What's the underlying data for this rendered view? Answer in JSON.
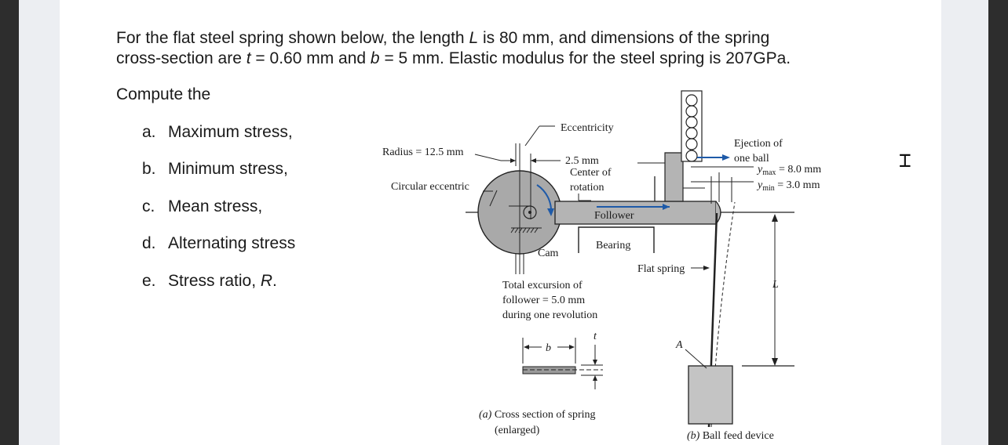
{
  "problem": {
    "line1_a": "For the flat steel spring shown below, the length ",
    "line1_L": "L",
    "line1_b": " is 80 mm, and dimensions of the spring",
    "line2_a": "cross-section are ",
    "line2_t": "t",
    "line2_b": " = 0.60 mm and ",
    "line2_bb": "b",
    "line2_c": " = 5 mm. Elastic modulus for the steel spring is 207GPa.",
    "compute": "Compute the"
  },
  "items": [
    {
      "marker": "a.",
      "text": "Maximum stress,"
    },
    {
      "marker": "b.",
      "text": "Minimum stress,"
    },
    {
      "marker": "c.",
      "text": "Mean stress,"
    },
    {
      "marker": "d.",
      "text": "Alternating stress"
    },
    {
      "marker": "e.",
      "text": "Stress ratio, ",
      "italic": "R",
      "end": "."
    }
  ],
  "figure": {
    "eccentricity": "Eccentricity",
    "radius": "Radius = 12.5 mm",
    "ecc_dim": "2.5 mm",
    "center1": "Center of",
    "center2": "rotation",
    "circular": "Circular eccentric",
    "follower": "Follower",
    "bearing": "Bearing",
    "cam": "Cam",
    "flat_spring": "Flat spring",
    "ejection1": "Ejection of",
    "ejection2": "one ball",
    "ymax_y": "y",
    "ymax_sub": "max",
    "ymax_val": " = 8.0 mm",
    "ymin_y": "y",
    "ymin_sub": "min",
    "ymin_val": " = 3.0 mm",
    "excursion1": "Total excursion of",
    "excursion2": "follower = 5.0 mm",
    "excursion3": "during one revolution",
    "b_label": "b",
    "t_label": "t",
    "L_label": "L",
    "A_label": "A",
    "caption_a_tag": "(a)",
    "caption_a1": " Cross section of spring",
    "caption_a2": "(enlarged)",
    "caption_b_tag": "(b)",
    "caption_b": " Ball feed device"
  }
}
